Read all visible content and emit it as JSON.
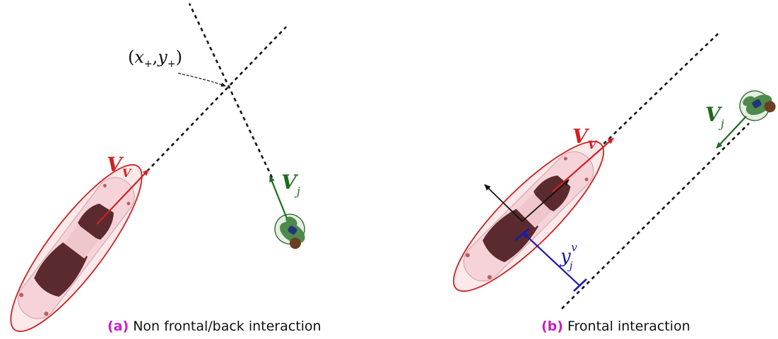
{
  "panels": [
    {
      "tag": "(a)",
      "caption": "Non frontal/back interaction",
      "intersection_label": "(x",
      "intersection_sub_x": "+",
      "intersection_mid": ",y",
      "intersection_sub_y": "+",
      "intersection_close": ")",
      "vehicle_velocity": "V",
      "vehicle_velocity_sub": "V",
      "pedestrian_velocity": "V",
      "pedestrian_velocity_sub": "j"
    },
    {
      "tag": "(b)",
      "caption": "Frontal interaction",
      "vehicle_velocity": "V",
      "vehicle_velocity_sub": "V",
      "pedestrian_velocity": "V",
      "pedestrian_velocity_sub": "j",
      "distance_label": "y",
      "distance_sub": "j",
      "distance_sup": "v"
    }
  ],
  "colors": {
    "vehicle": "#d42020",
    "pedestrian": "#1e6b1e",
    "distance": "#1a1aa8",
    "caption_tag": "#c81ec8"
  }
}
